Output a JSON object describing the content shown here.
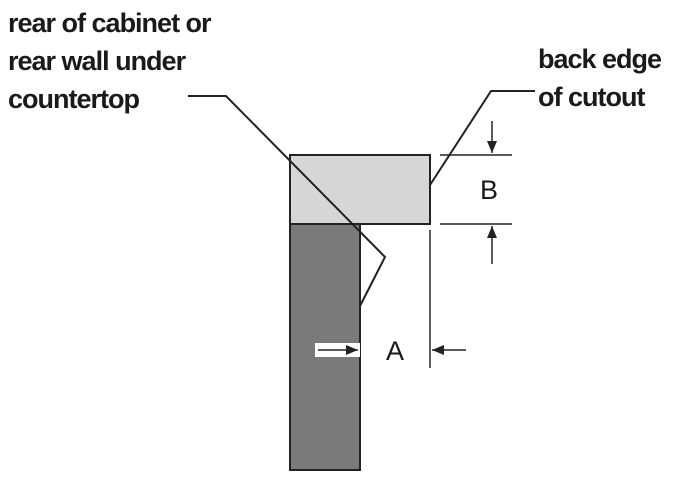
{
  "labels": {
    "rear_line1": "rear of cabinet or",
    "rear_line2": "rear wall under",
    "rear_line3": "countertop",
    "back_line1": "back edge",
    "back_line2": "of cutout",
    "dim_a": "A",
    "dim_b": "B"
  },
  "colors": {
    "countertop": "#d6d6d6",
    "cabinet": "#7a7a7a",
    "stroke": "#222222",
    "background": "#ffffff"
  }
}
